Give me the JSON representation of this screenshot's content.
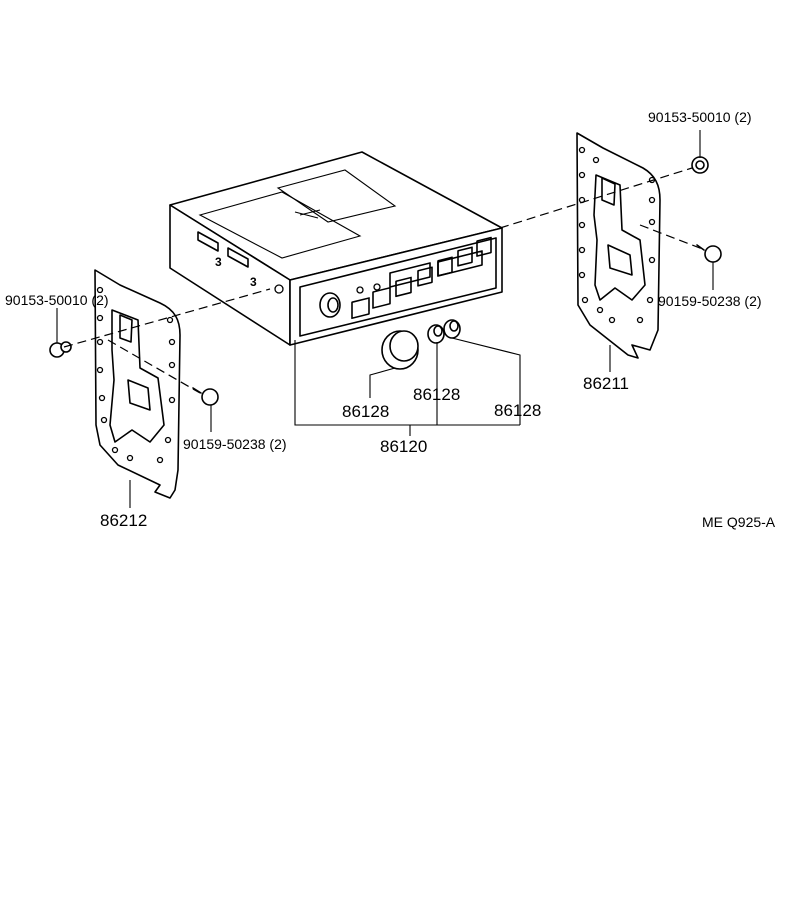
{
  "labels": {
    "bolt_upper_right": "90153-50010 (2)",
    "screw_right": "90159-50238 (2)",
    "bracket_right": "86211",
    "bolt_left": "90153-50010 (2)",
    "screw_left": "90159-50238 (2)",
    "bracket_left": "86212",
    "knob_large": "86128",
    "knob_mid": "86128",
    "knob_right": "86128",
    "radio_assembly": "86120",
    "drawing_code": "ME  Q925-A",
    "side_mark_1": "3",
    "side_mark_2": "3"
  }
}
